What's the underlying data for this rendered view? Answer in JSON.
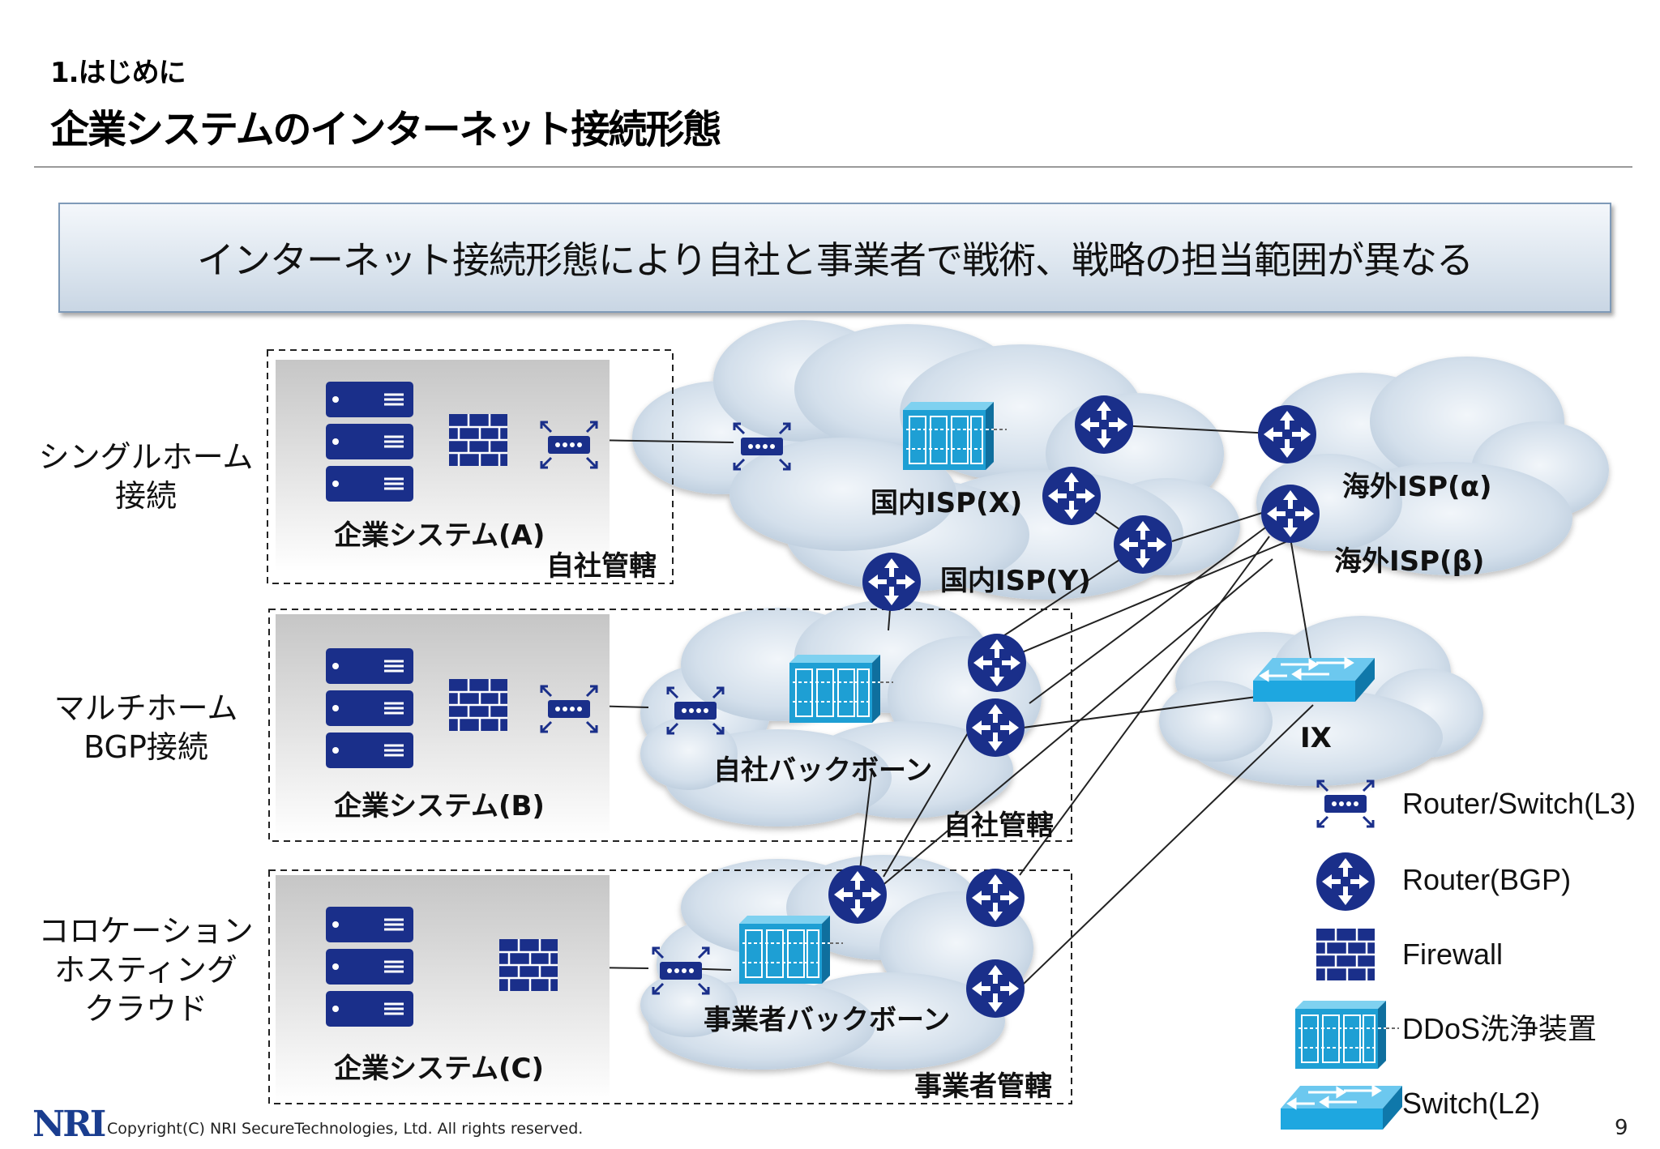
{
  "header": {
    "section": "1.はじめに",
    "title": "企業システムのインターネット接続形態"
  },
  "banner": {
    "text": "インターネット接続形態により自社と事業者で戦術、戦略の担当範囲が異なる"
  },
  "rows": [
    {
      "label": "シングルホーム\n接続",
      "system": "企業システム(A)",
      "scope": "自社管轄"
    },
    {
      "label": "マルチホーム\nBGP接続",
      "system": "企業システム(B)",
      "scope": "自社管轄"
    },
    {
      "label": "コロケーション\nホスティング\nクラウド",
      "system": "企業システム(C)",
      "scope": "事業者管轄"
    }
  ],
  "clouds": {
    "domestic_x": "国内ISP(X)",
    "domestic_y": "国内ISP(Y)",
    "overseas_a": "海外ISP(α)",
    "overseas_b": "海外ISP(β)",
    "ix": "IX",
    "own_backbone": "自社バックボーン",
    "carrier_backbone": "事業者バックボーン"
  },
  "legend": [
    {
      "icon": "router-switch-l3-icon",
      "label": "Router/Switch(L3)"
    },
    {
      "icon": "router-bgp-icon",
      "label": "Router(BGP)"
    },
    {
      "icon": "firewall-icon",
      "label": "Firewall"
    },
    {
      "icon": "ddos-scrubber-icon",
      "label": "DDoS洗浄装置"
    },
    {
      "icon": "switch-l2-icon",
      "label": "Switch(L2)"
    }
  ],
  "colors": {
    "icon_navy": "#1a2f8a",
    "cloud": "#d4e1ee",
    "ddos": "#1e9fd4",
    "switch": "#1ea7e0"
  },
  "footer": {
    "logo": "NRI",
    "copyright": "Copyright(C) NRI SecureTechnologies, Ltd. All rights reserved.",
    "page": "9"
  }
}
